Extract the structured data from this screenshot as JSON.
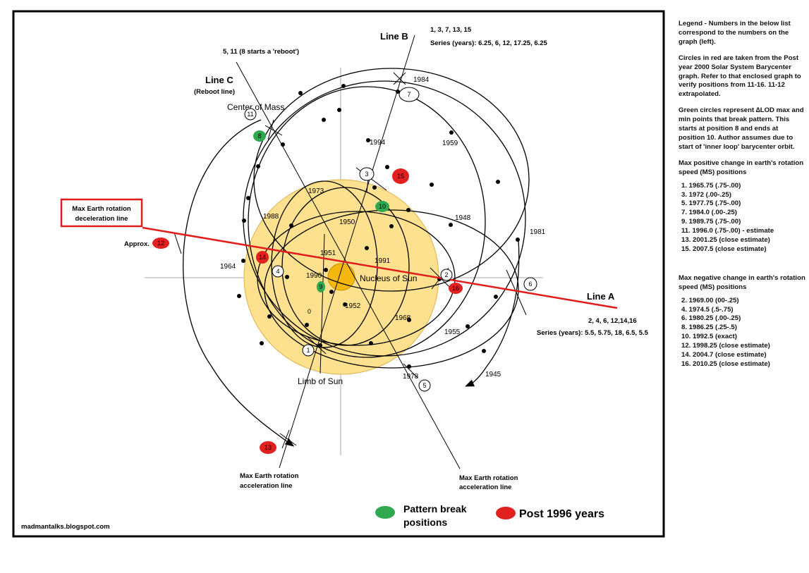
{
  "diagram": {
    "labels": {
      "line_b_title": "Line B",
      "line_b_series_numbers": "1, 3, 7, 13, 15",
      "line_b_series_years": "Series (years): 6.25, 6, 12, 17.25, 6.25",
      "line_c_reboot_numbers": "5, 11 (8 starts a 'reboot')",
      "line_c_title": "Line C",
      "line_c_subtitle": "(Reboot line)",
      "center_of_mass": "Center of Mass",
      "max_rotation_box_line1": "Max Earth rotation",
      "max_rotation_box_line2": "deceleration line",
      "approx": "Approx.",
      "nucleus": "Nucleus of Sun",
      "limb": "Limb of Sun",
      "line_a_title": "Line A",
      "line_a_series_numbers": "2, 4, 6, 12,14,16",
      "line_a_series_years": "Series (years): 5.5, 5.75, 18, 6.5, 5.5",
      "accel_left_line1": "Max Earth  rotation",
      "accel_left_line2": "acceleration line",
      "accel_right_line1": "Max Earth  rotation",
      "accel_right_line2": "acceleration line",
      "zero_mark": "0",
      "website": "madmantalks.blogspot.com"
    },
    "years": [
      {
        "label": "1984"
      },
      {
        "label": "1994"
      },
      {
        "label": "1959"
      },
      {
        "label": "1973"
      },
      {
        "label": "1988"
      },
      {
        "label": "1950"
      },
      {
        "label": "1948"
      },
      {
        "label": "1981"
      },
      {
        "label": "1951"
      },
      {
        "label": "1991"
      },
      {
        "label": "1964"
      },
      {
        "label": "1990"
      },
      {
        "label": "1952"
      },
      {
        "label": "1968"
      },
      {
        "label": "1955"
      },
      {
        "label": "1978"
      },
      {
        "label": "1945"
      }
    ],
    "position_markers": [
      {
        "number": "1",
        "kind": "white"
      },
      {
        "number": "2",
        "kind": "white"
      },
      {
        "number": "3",
        "kind": "white"
      },
      {
        "number": "4",
        "kind": "white"
      },
      {
        "number": "5",
        "kind": "white"
      },
      {
        "number": "6",
        "kind": "white"
      },
      {
        "number": "7",
        "kind": "white"
      },
      {
        "number": "11",
        "kind": "white"
      },
      {
        "number": "8",
        "kind": "green"
      },
      {
        "number": "9",
        "kind": "green"
      },
      {
        "number": "10",
        "kind": "green"
      },
      {
        "number": "12",
        "kind": "red"
      },
      {
        "number": "13",
        "kind": "red"
      },
      {
        "number": "14",
        "kind": "red"
      },
      {
        "number": "15",
        "kind": "red"
      },
      {
        "number": "16",
        "kind": "red"
      }
    ],
    "key": {
      "green_label_line1": "Pattern break",
      "green_label_line2": "positions",
      "red_label": "Post 1996 years"
    },
    "colors": {
      "sun_fill": "#fde18f",
      "sun_stroke": "#ddb04a",
      "nucleus_fill": "#f6b80f",
      "red_line": "#e21b1b",
      "red_marker": "#e32020",
      "green_marker": "#2fa84f",
      "frame": "#000000"
    }
  },
  "legend": {
    "intro": "Legend - Numbers in the below list correspond to the numbers on the graph (left).",
    "red_note": "Circles in red are taken from the Post year 2000 Solar System Barycenter graph. Refer to that enclosed graph to verify positions from 11-16. 11-12 extrapolated.",
    "green_note": "Green circles represent ∆LOD max and min points that break pattern. This starts at position 8 and ends at position 10. Author assumes due to start of 'inner loop' barycenter orbit.",
    "positive_title": "Max positive change in earth's rotation speed (MS) positions",
    "positive_items": [
      "1. 1965.75 (.75-.00)",
      "3. 1972 (.00-.25)",
      "5. 1977.75 (.75-.00)",
      "7. 1984.0 (.00-.25)",
      "9. 1989.75 (.75-.00)",
      "11. 1996.0 (.75-.00) - estimate",
      "13. 2001.25 (close estimate)",
      "15. 2007.5 (close estimate)"
    ],
    "negative_title": "Max negative change in earth's rotation speed (MS) positions",
    "negative_items": [
      "2. 1969.00 (00-.25)",
      "4. 1974.5 (.5-.75)",
      "6. 1980.25 (.00-.25)",
      "8. 1986.25        (.25-.5)",
      "10. 1992.5 (exact)",
      "12. 1998.25 (close estimate)",
      "14. 2004.7 (close estimate)",
      "16. 2010.25 (close estimate)"
    ]
  }
}
